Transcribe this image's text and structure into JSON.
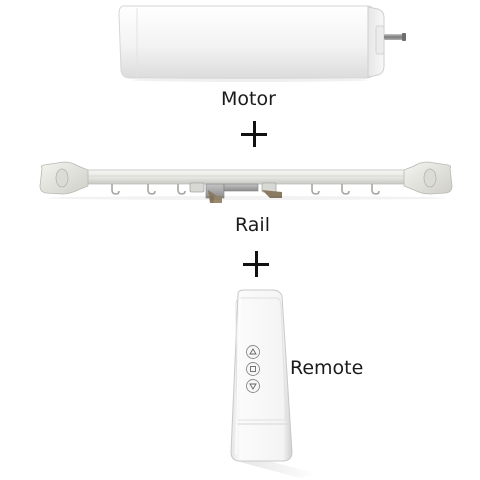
{
  "products": {
    "motor_label": "Motor",
    "rail_label": "Rail",
    "remote_label": "Remote"
  },
  "icons": {
    "motor": "curtain-motor-icon",
    "rail": "curtain-rail-icon",
    "remote": "remote-control-icon",
    "plus": "plus-icon",
    "remote_buttons": [
      "arrow-up-icon",
      "stop-icon",
      "arrow-down-icon"
    ]
  },
  "colors": {
    "background": "#ffffff",
    "product_body": "#f4f4f4",
    "text": "#1a1a1a"
  }
}
